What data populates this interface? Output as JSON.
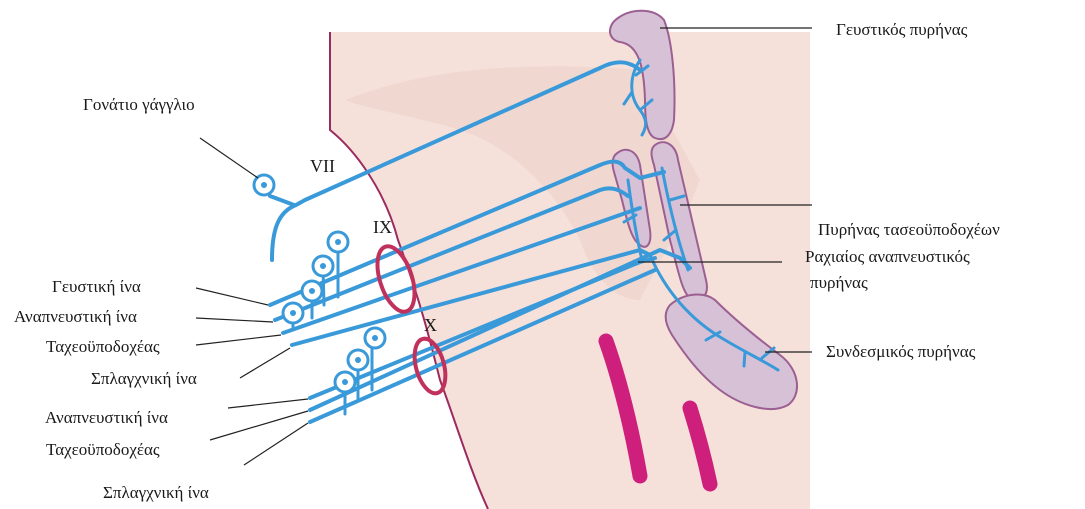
{
  "labels": {
    "geniculate_ganglion": "Γονάτιο γάγγλιο",
    "nerve_vii": "VII",
    "nerve_ix": "IX",
    "nerve_x": "X",
    "ix_taste_fiber": "Γευστική ίνα",
    "ix_respiratory_fiber": "Αναπνευστική ίνα",
    "ix_baroreceptor": "Ταχεοϋποδοχέας",
    "ix_visceral_fiber": "Σπλαγχνική ίνα",
    "x_respiratory_fiber": "Αναπνευστική ίνα",
    "x_baroreceptor": "Ταχεοϋποδοχέας",
    "x_visceral_fiber": "Σπλαγχνική ίνα",
    "gustatory_nucleus": "Γευστικός πυρήνας",
    "baroreceptor_nucleus": "Πυρήνας τασεοϋποδοχέων",
    "dorsal_respiratory_nucleus_line1": "Ραχιαίος αναπνευστικός",
    "dorsal_respiratory_nucleus_line2": "πυρήνας",
    "commissural_nucleus": "Συνδεσμικός πυρήνας"
  },
  "colors": {
    "fiber": "#3a9ad9",
    "nucleus_fill": "#d6c1d6",
    "nucleus_stroke": "#9c5f92",
    "brainstem": "#f6e1da",
    "brainstem_outline": "#9b2a5f",
    "nerve_ring": "#c0315b",
    "tract": "#cf1f7c"
  }
}
